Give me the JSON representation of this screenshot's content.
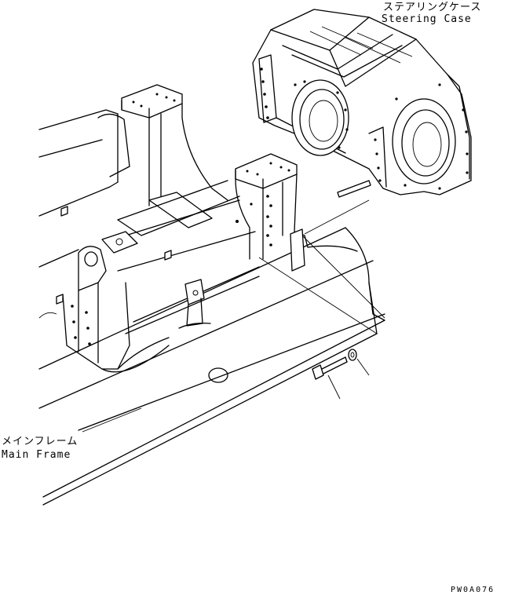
{
  "labels": {
    "steering_case_jp": "ステアリングケース",
    "steering_case_en": "Steering Case",
    "main_frame_jp": "メインフレーム",
    "main_frame_en": "Main Frame",
    "drawing_code": "PW0A076"
  }
}
